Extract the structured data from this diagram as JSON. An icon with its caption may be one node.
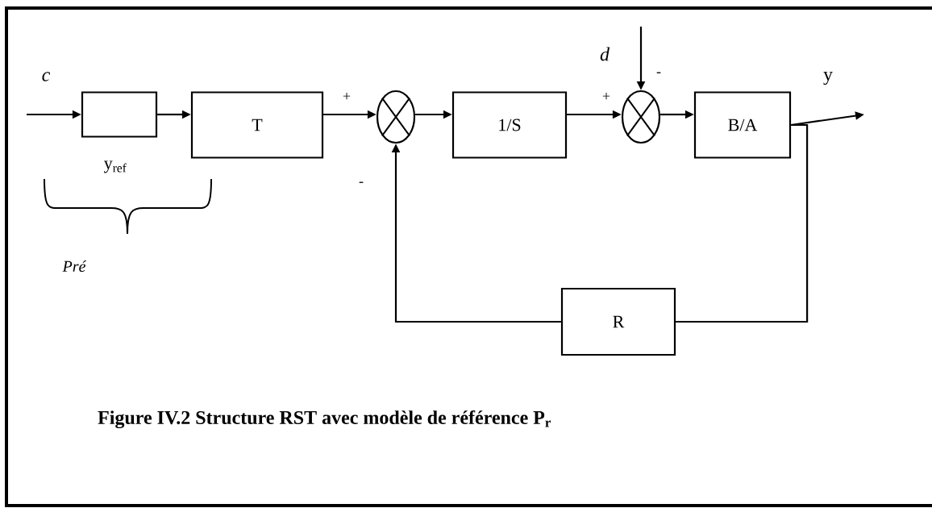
{
  "diagram": {
    "caption": "Figure IV.2 Structure RST avec modèle de référence P$_{r}$",
    "nodes": [
      {
        "text": [],
        "shape": "box",
        "beside": [
          "y$_{ref}$"
        ]
      },
      {
        "text": [
          "T"
        ]
      },
      {
        "text": [],
        "shape": "circle"
      },
      {
        "text": [
          "1/S"
        ]
      },
      {
        "text": [],
        "shape": "circle"
      },
      {
        "text": [
          "B/A"
        ]
      },
      {
        "text": [
          "R"
        ]
      }
    ],
    "edges": [
      {
        "from": null,
        "to": 0,
        "arrow": "to",
        "label": "c"
      },
      {
        "from": 0,
        "to": 1,
        "arrow": "to"
      },
      {
        "from": 1,
        "to": 2,
        "arrow": "to"
      },
      {
        "from": 2,
        "to": 3,
        "arrow": "to"
      },
      {
        "from": 3,
        "to": 4,
        "arrow": "to"
      },
      {
        "from": null,
        "to": 4,
        "arrow": "to",
        "label": "d"
      },
      {
        "from": 4,
        "to": 5,
        "arrow": "to"
      },
      {
        "from": 5,
        "to": null,
        "arrow": "to",
        "label": "y"
      },
      {
        "from": 5,
        "to": 6,
        "arrow": "none"
      },
      {
        "from": 6,
        "to": 2,
        "arrow": "to"
      }
    ],
    "labels": [
      "+",
      "-",
      "+",
      "-",
      "Pré"
    ]
  }
}
